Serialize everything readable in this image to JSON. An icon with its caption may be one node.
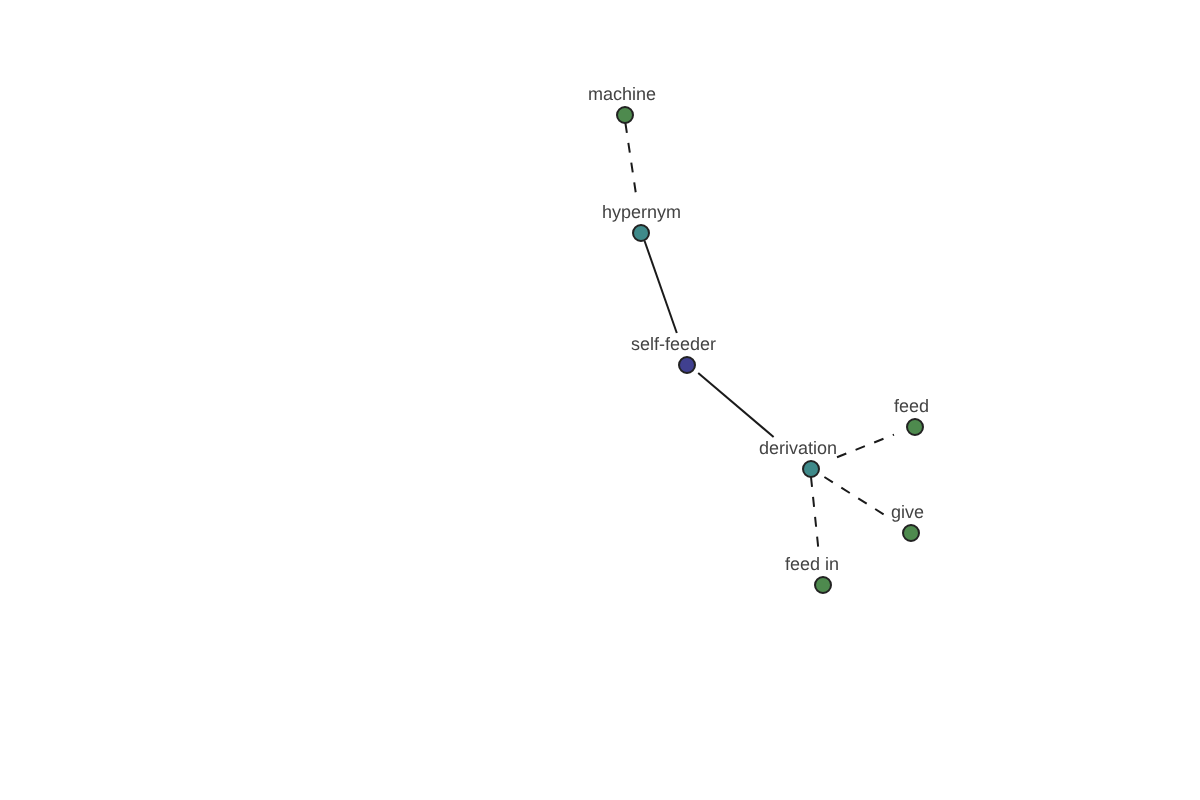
{
  "diagram": {
    "nodes": [
      {
        "text": [
          "machine"
        ]
      },
      {
        "text": [
          "hypernym"
        ]
      },
      {
        "text": [
          "self-feeder"
        ]
      },
      {
        "text": [
          "feed"
        ]
      },
      {
        "text": [
          "derivation"
        ]
      },
      {
        "text": [
          "give"
        ]
      },
      {
        "text": [
          "feed in"
        ]
      }
    ],
    "edges": [
      {
        "from": 0,
        "to": 1,
        "arrow": "none",
        "style": "dashed"
      },
      {
        "from": 1,
        "to": 2,
        "arrow": "none"
      },
      {
        "from": 2,
        "to": 4,
        "arrow": "none"
      },
      {
        "from": 4,
        "to": 3,
        "arrow": "none",
        "style": "dashed"
      },
      {
        "from": 4,
        "to": 5,
        "arrow": "none",
        "style": "dashed"
      },
      {
        "from": 4,
        "to": 6,
        "arrow": "none",
        "style": "dashed"
      }
    ]
  }
}
